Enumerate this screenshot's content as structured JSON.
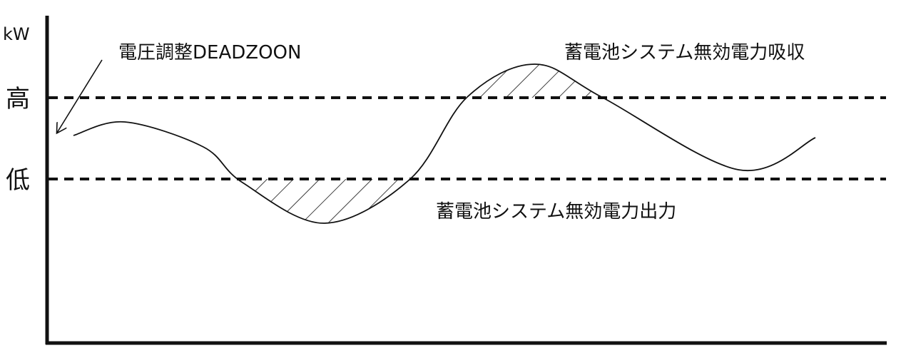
{
  "axis": {
    "y_unit": "kW"
  },
  "levels": {
    "high": "高",
    "low": "低"
  },
  "annotations": {
    "deadzone": "電圧調整DEADZOON",
    "absorb": "蓄電池システム無効電力吸収",
    "output": "蓄電池システム無効電力出力"
  },
  "colors": {
    "ink": "#111111",
    "background": "#ffffff"
  }
}
